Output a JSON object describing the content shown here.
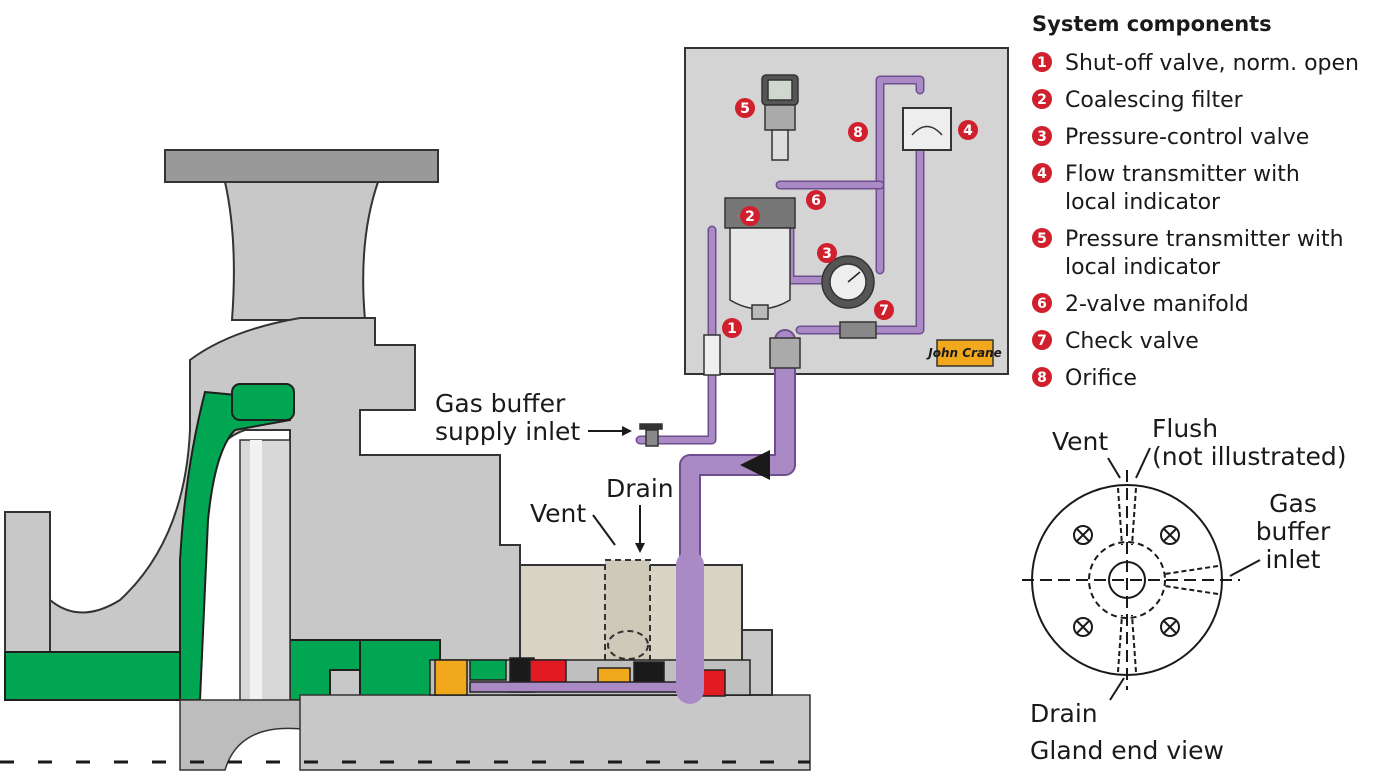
{
  "legend": {
    "title": "System components",
    "items": [
      {
        "number": "1",
        "lines": [
          "Shut-off valve, norm. open"
        ]
      },
      {
        "number": "2",
        "lines": [
          "Coalescing filter"
        ]
      },
      {
        "number": "3",
        "lines": [
          "Pressure-control valve"
        ]
      },
      {
        "number": "4",
        "lines": [
          "Flow transmitter with",
          "local indicator"
        ]
      },
      {
        "number": "5",
        "lines": [
          "Pressure transmitter with",
          "local indicator"
        ]
      },
      {
        "number": "6",
        "lines": [
          "2-valve manifold"
        ]
      },
      {
        "number": "7",
        "lines": [
          "Check valve"
        ]
      },
      {
        "number": "8",
        "lines": [
          "Orifice"
        ]
      }
    ]
  },
  "labels": {
    "gas_buffer_supply_line1": "Gas buffer",
    "gas_buffer_supply_line2": "supply inlet",
    "vent": "Vent",
    "drain": "Drain"
  },
  "gland_view": {
    "vent": "Vent",
    "flush_line1": "Flush",
    "flush_line2": "(not illustrated)",
    "gas_line1": "Gas",
    "gas_line2": "buffer",
    "gas_line3": "inlet",
    "drain": "Drain",
    "caption": "Gland end view"
  },
  "logo": "John Crane",
  "colors": {
    "green": "#00a651",
    "purple": "#a98ac4",
    "purple_dark": "#6f4e8f",
    "badge_red": "#d0202e",
    "housing_gray": "#c8c8c8",
    "panel_gray": "#d4d4d4",
    "red_part": "#e21b23",
    "orange_part": "#f2a81d"
  }
}
